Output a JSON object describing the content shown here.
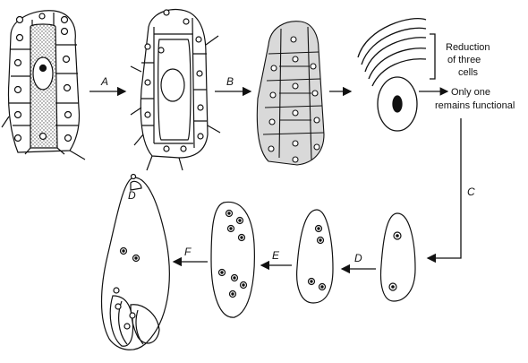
{
  "labels": {
    "a": "A",
    "b": "B",
    "c": "C",
    "d": "D",
    "e": "E",
    "f": "F",
    "d_inner": "D"
  },
  "notes": {
    "reduction_line1": "Reduction",
    "reduction_line2": "of three",
    "reduction_line3": "cells",
    "functional_line1": "Only one",
    "functional_line2": "remains functional"
  },
  "colors": {
    "stroke": "#111111",
    "shaded_tissue": "#d9d9d9",
    "background": "#ffffff"
  }
}
